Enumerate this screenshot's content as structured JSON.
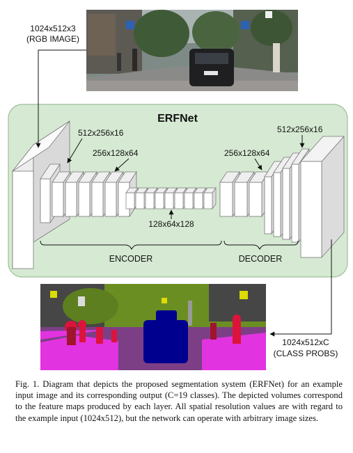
{
  "title": "ERFNet",
  "input_label_line1": "1024x512x3",
  "input_label_line2": "(RGB IMAGE)",
  "output_label_line1": "1024x512xC",
  "output_label_line2": "(CLASS PROBS)",
  "encoder_label": "ENCODER",
  "decoder_label": "DECODER",
  "dims": {
    "enc_512": "512x256x16",
    "enc_256": "256x128x64",
    "mid_128": "128x64x128",
    "dec_256": "256x128x64",
    "dec_512": "512x256x16"
  },
  "caption": "Fig. 1.  Diagram that depicts the proposed segmentation system (ERFNet) for an example input image and its corresponding output (C=19 classes). The depicted volumes correspond to the feature maps produced by each layer. All spatial resolution values are with regard to the example input (1024x512), but the network can operate with arbitrary image sizes.",
  "colors": {
    "panel_fill": "#d6ead3",
    "panel_stroke": "#9cbf96",
    "seg_road": "#7c3f86",
    "seg_sidewalk": "#e233e0",
    "seg_vegetation": "#6b8e23",
    "seg_car": "#00008e",
    "seg_person": "#dc143c",
    "seg_sign": "#dcdc00",
    "seg_building": "#464646"
  }
}
